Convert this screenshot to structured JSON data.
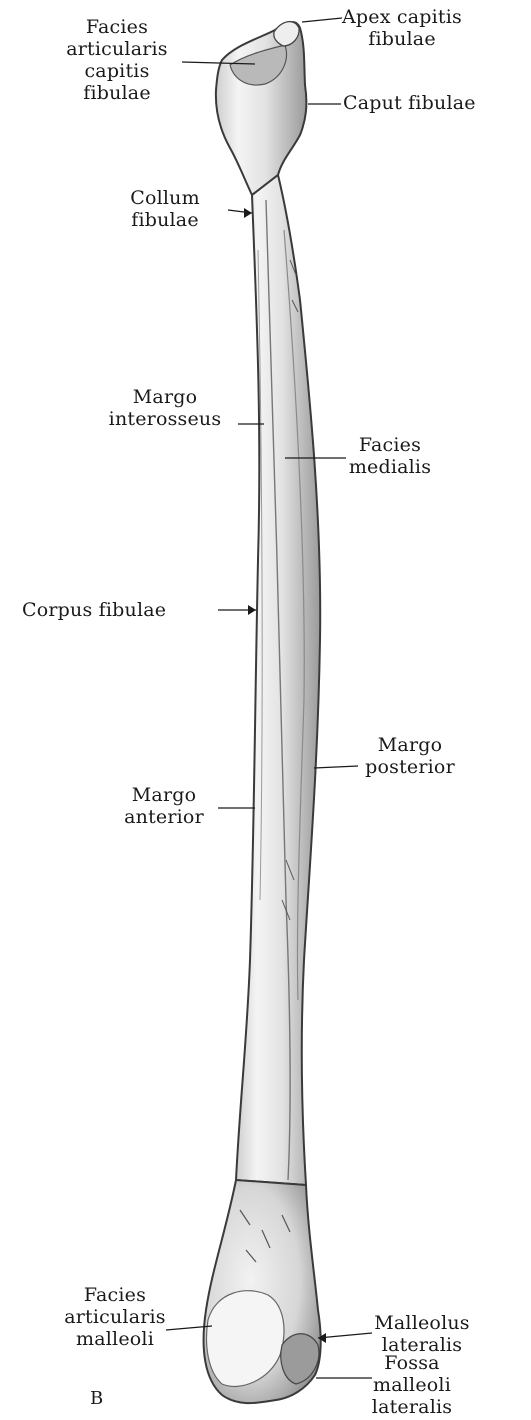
{
  "figure": {
    "letter": "B",
    "labels": {
      "facies_articularis_capitis": "Facies\narticularis\ncapitis\nfibulae",
      "apex_capitis": "Apex capitis\nfibulae",
      "caput": "Caput fibulae",
      "collum": "Collum\nfibulae",
      "margo_interosseus": "Margo\ninterosseus",
      "facies_medialis": "Facies\nmedialis",
      "corpus": "Corpus fibulae",
      "margo_posterior": "Margo\nposterior",
      "margo_anterior": "Margo\nanterior",
      "facies_articularis_malleoli": "Facies\narticularis\nmalleoli",
      "malleolus_lateralis": "Malleolus\nlateralis",
      "fossa_malleoli": "Fossa\nmalleoli\nlateralis"
    }
  }
}
